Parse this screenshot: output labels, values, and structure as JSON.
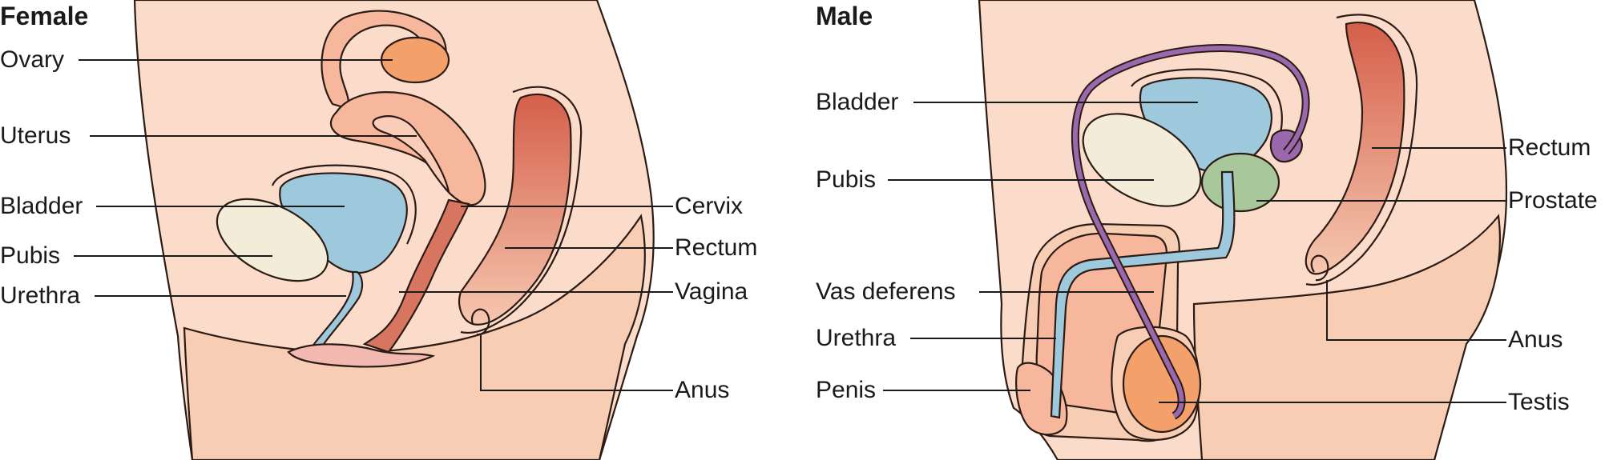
{
  "panels": {
    "female": {
      "title": "Female",
      "labels": {
        "ovary": "Ovary",
        "uterus": "Uterus",
        "bladder": "Bladder",
        "pubis": "Pubis",
        "urethra": "Urethra",
        "cervix": "Cervix",
        "rectum": "Rectum",
        "vagina": "Vagina",
        "anus": "Anus"
      }
    },
    "male": {
      "title": "Male",
      "labels": {
        "bladder": "Bladder",
        "pubis": "Pubis",
        "vas_deferens": "Vas deferens",
        "urethra": "Urethra",
        "penis": "Penis",
        "rectum": "Rectum",
        "prostate": "Prostate",
        "anus": "Anus",
        "testis": "Testis"
      }
    }
  },
  "colors": {
    "skin": "#fbdccb",
    "skin_shade": "#f5c6a6",
    "tissue": "#f6b79c",
    "rectum_dark": "#d45f4a",
    "bladder": "#9ec8dc",
    "bone": "#f3ecd8",
    "ovary_testis": "#f4a06b",
    "vas_deferens": "#9a68ad",
    "prostate": "#a8c79a",
    "outline": "#2b1b14"
  }
}
